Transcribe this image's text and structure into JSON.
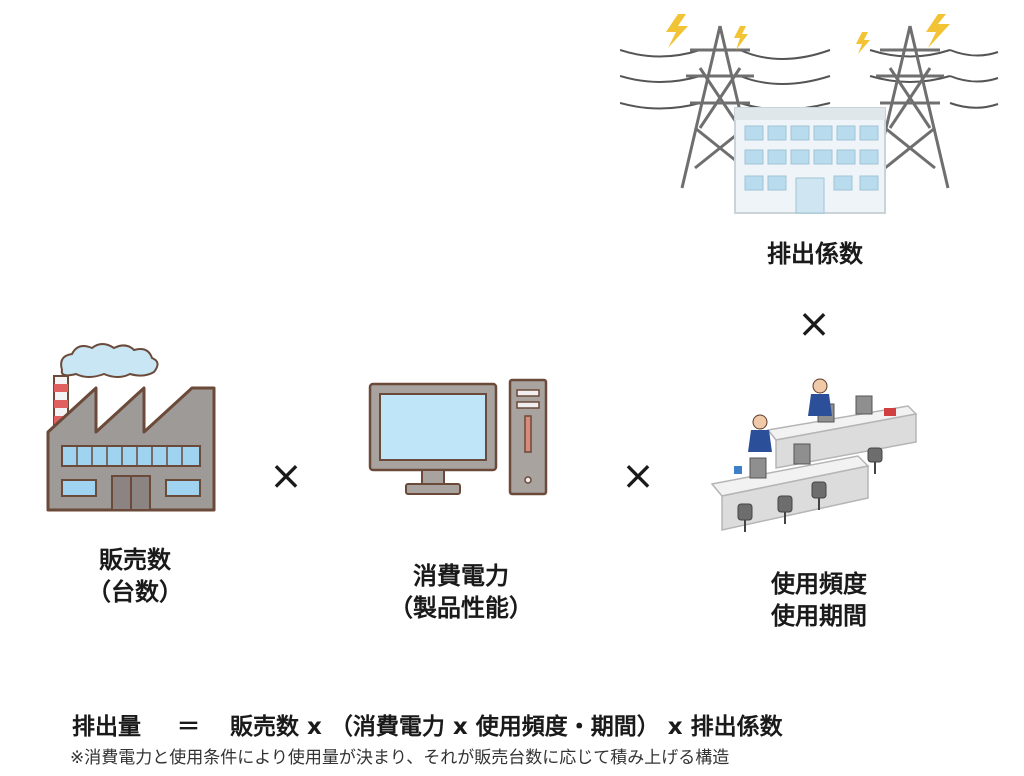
{
  "factory": {
    "label_line1": "販売数",
    "label_line2": "（台数）"
  },
  "computer": {
    "label_line1": "消費電力",
    "label_line2": "（製品性能）"
  },
  "power": {
    "label": "排出係数"
  },
  "office": {
    "label_line1": "使用頻度",
    "label_line2": "使用期間"
  },
  "operators": {
    "times1": "×",
    "times2": "×",
    "times3": "×"
  },
  "formula": {
    "lhs": "排出量",
    "eq": "＝",
    "rhs": "販売数 x （消費電力 x 使用頻度・期間） x 排出係数"
  },
  "note": "※消費電力と使用条件により使用量が決まり、それが販売台数に応じて積み上げる構造",
  "colors": {
    "factory_wall": "#9e9a98",
    "chimney_red": "#e06060",
    "window_blue": "#9fd3f0",
    "outline": "#6b4a3a",
    "monitor_screen": "#bfe6f8",
    "tower_gray": "#7a7a7a",
    "lightning": "#f2c335"
  }
}
